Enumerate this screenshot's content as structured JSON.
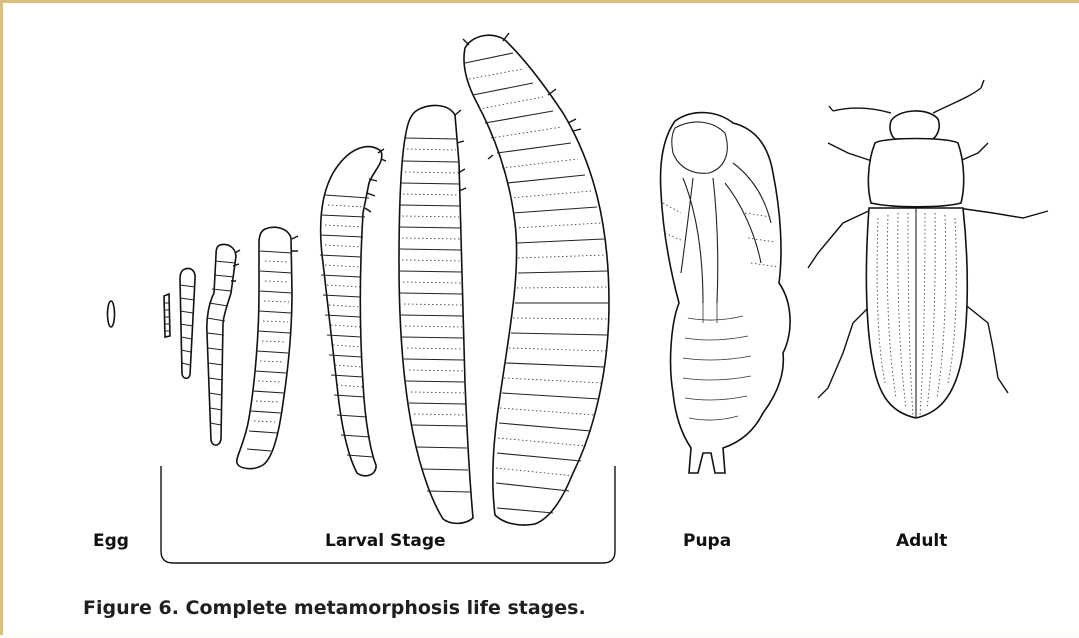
{
  "stages": {
    "egg": "Egg",
    "larval": "Larval Stage",
    "pupa": "Pupa",
    "adult": "Adult"
  },
  "caption": "Figure 6. Complete metamorphosis life stages.",
  "colors": {
    "frame_border": "#d6bf87",
    "ink": "#111111",
    "background": "#ffffff"
  }
}
